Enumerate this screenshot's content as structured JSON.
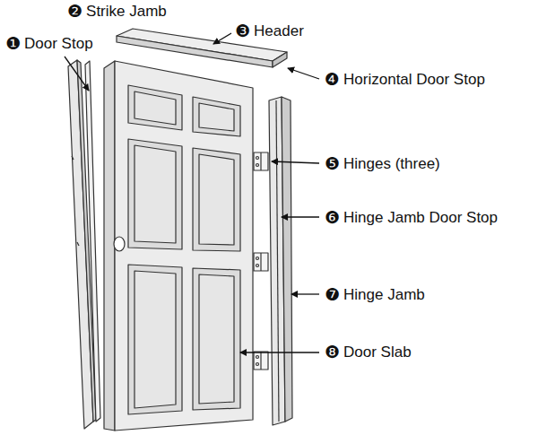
{
  "diagram": {
    "labels": [
      "❶",
      "Door Stop",
      "❷",
      "Strike Jamb",
      "❸",
      "Header",
      "❹",
      "Horizontal Door Stop",
      "❺",
      "Hinges (three)",
      "❻",
      "Hinge Jamb Door Stop",
      "❼",
      "Hinge Jamb",
      "❽",
      "Door Slab"
    ]
  }
}
